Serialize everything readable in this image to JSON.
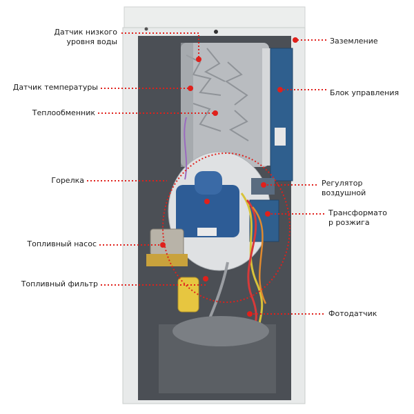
{
  "colors": {
    "marker": "#e0201b",
    "cabinet": "#e9ebea",
    "control_box": "#2f5f8e",
    "burner_blue": "#2d5c96",
    "foil": "#b9bcc0"
  },
  "labels": {
    "low_water_sensor": {
      "line1": "Датчик низкого",
      "line2": "уровня воды"
    },
    "temperature_sensor": "Датчик температуры",
    "heat_exchanger": "Теплообменник",
    "burner": "Горелка",
    "fuel_pump": "Топливный насос",
    "fuel_filter": "Топливный фильтр",
    "grounding": "Заземление",
    "control_unit": "Блок управления",
    "air_regulator": {
      "line1": "Регулятор",
      "line2": "воздушной"
    },
    "ignition_transformer": {
      "line1": "Трансформато",
      "line2": "р розжига"
    },
    "photo_sensor": "Фотодатчик"
  }
}
